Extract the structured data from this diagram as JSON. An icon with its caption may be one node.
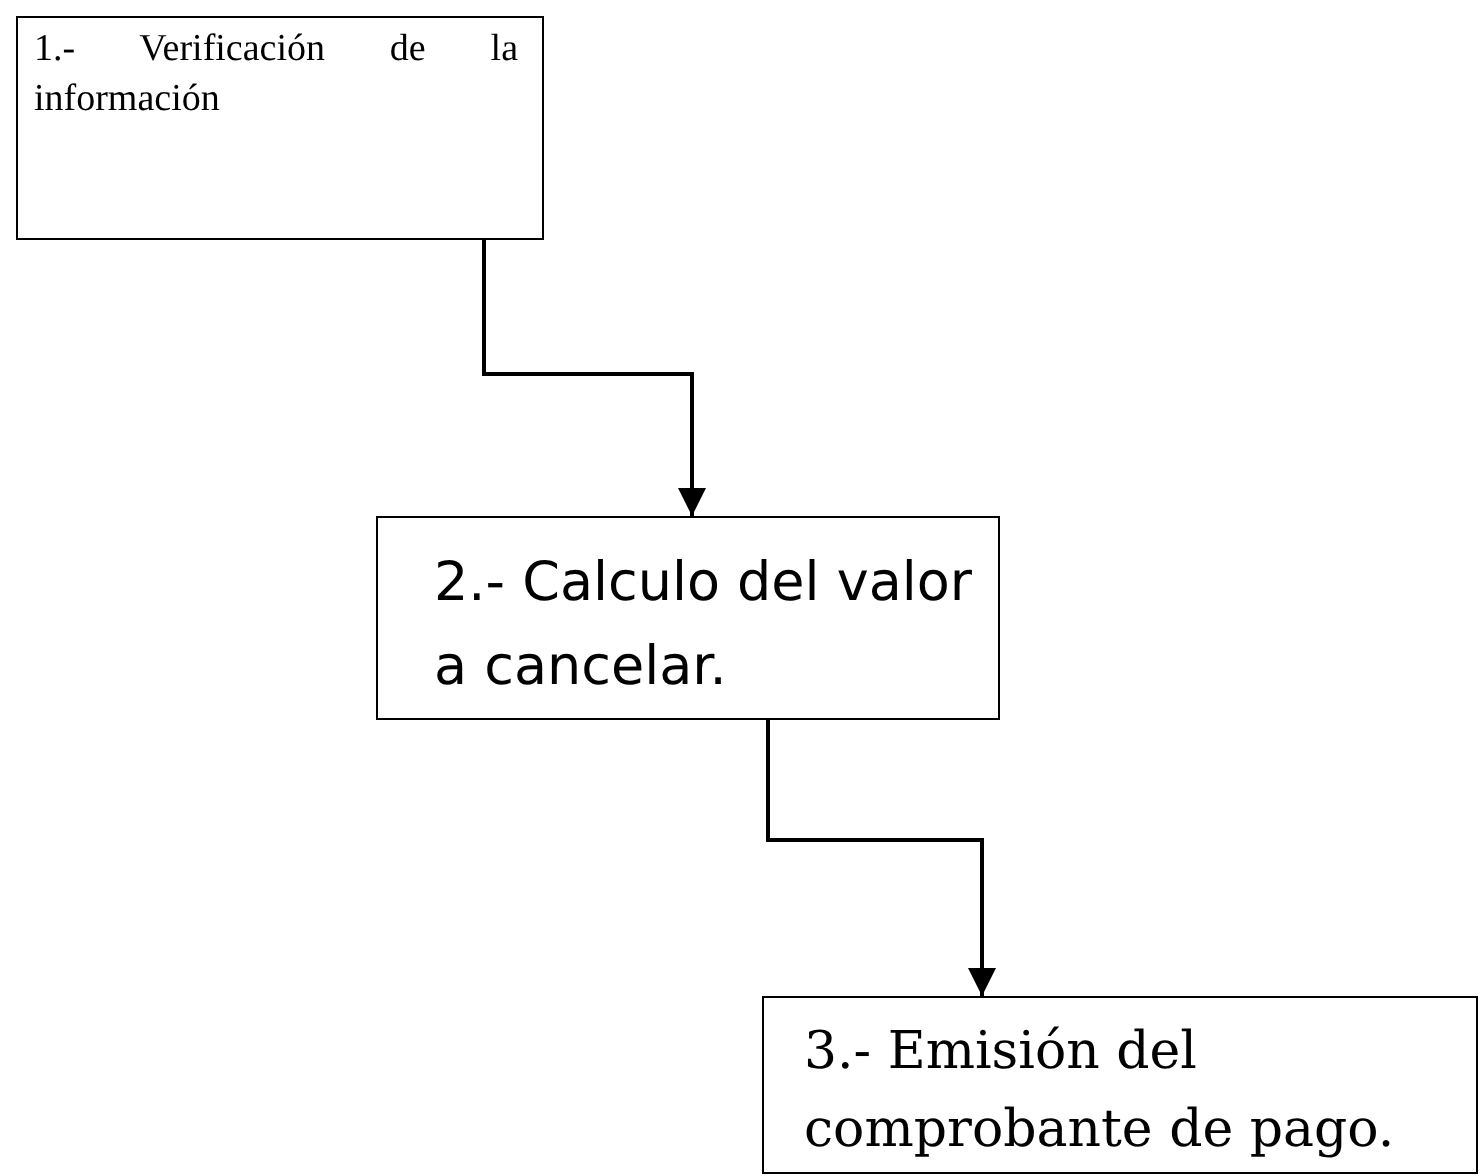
{
  "diagram": {
    "nodes": [
      {
        "text": [
          "1.- Verificación de la información"
        ]
      },
      {
        "text": [
          "2.-  Calculo del valor a cancelar."
        ]
      },
      {
        "text": [
          "3.- Emisión del comprobante de pago."
        ]
      }
    ],
    "edges": [
      {
        "from": 0,
        "to": 1,
        "arrow": "to"
      },
      {
        "from": 1,
        "to": 2,
        "arrow": "to"
      }
    ]
  }
}
